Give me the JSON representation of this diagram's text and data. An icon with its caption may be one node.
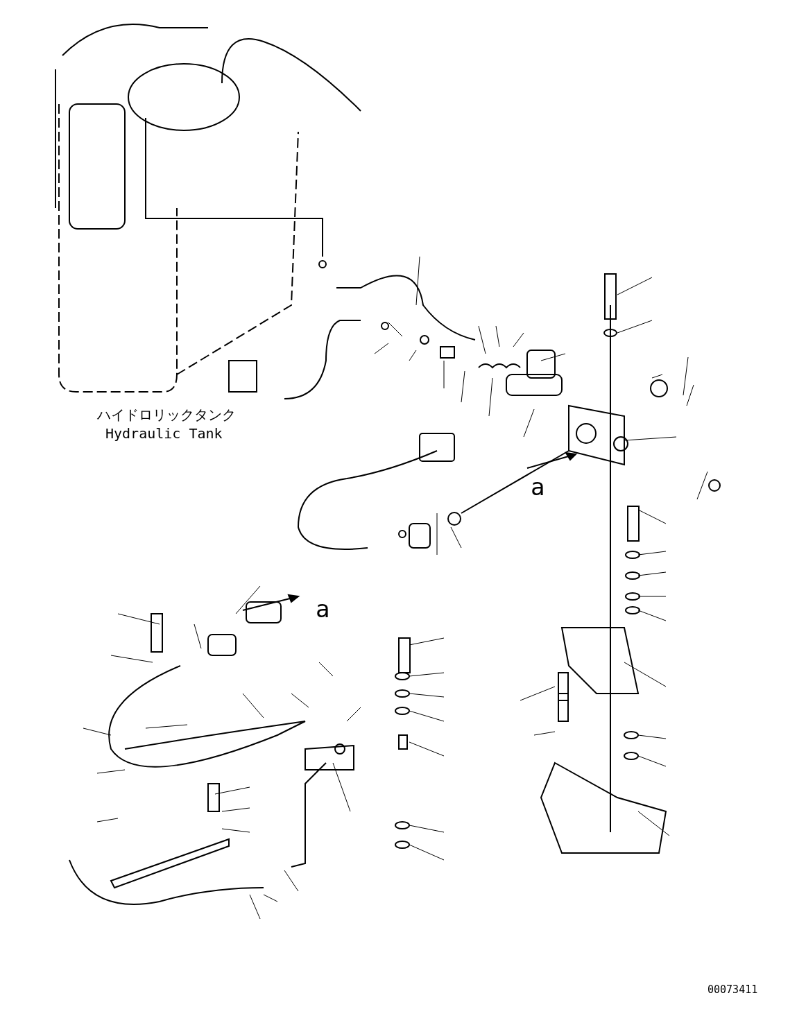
{
  "diagram": {
    "labels": [
      "ハイドロリックタンク",
      "Hydraulic Tank",
      "a",
      "a",
      "00073411"
    ]
  }
}
